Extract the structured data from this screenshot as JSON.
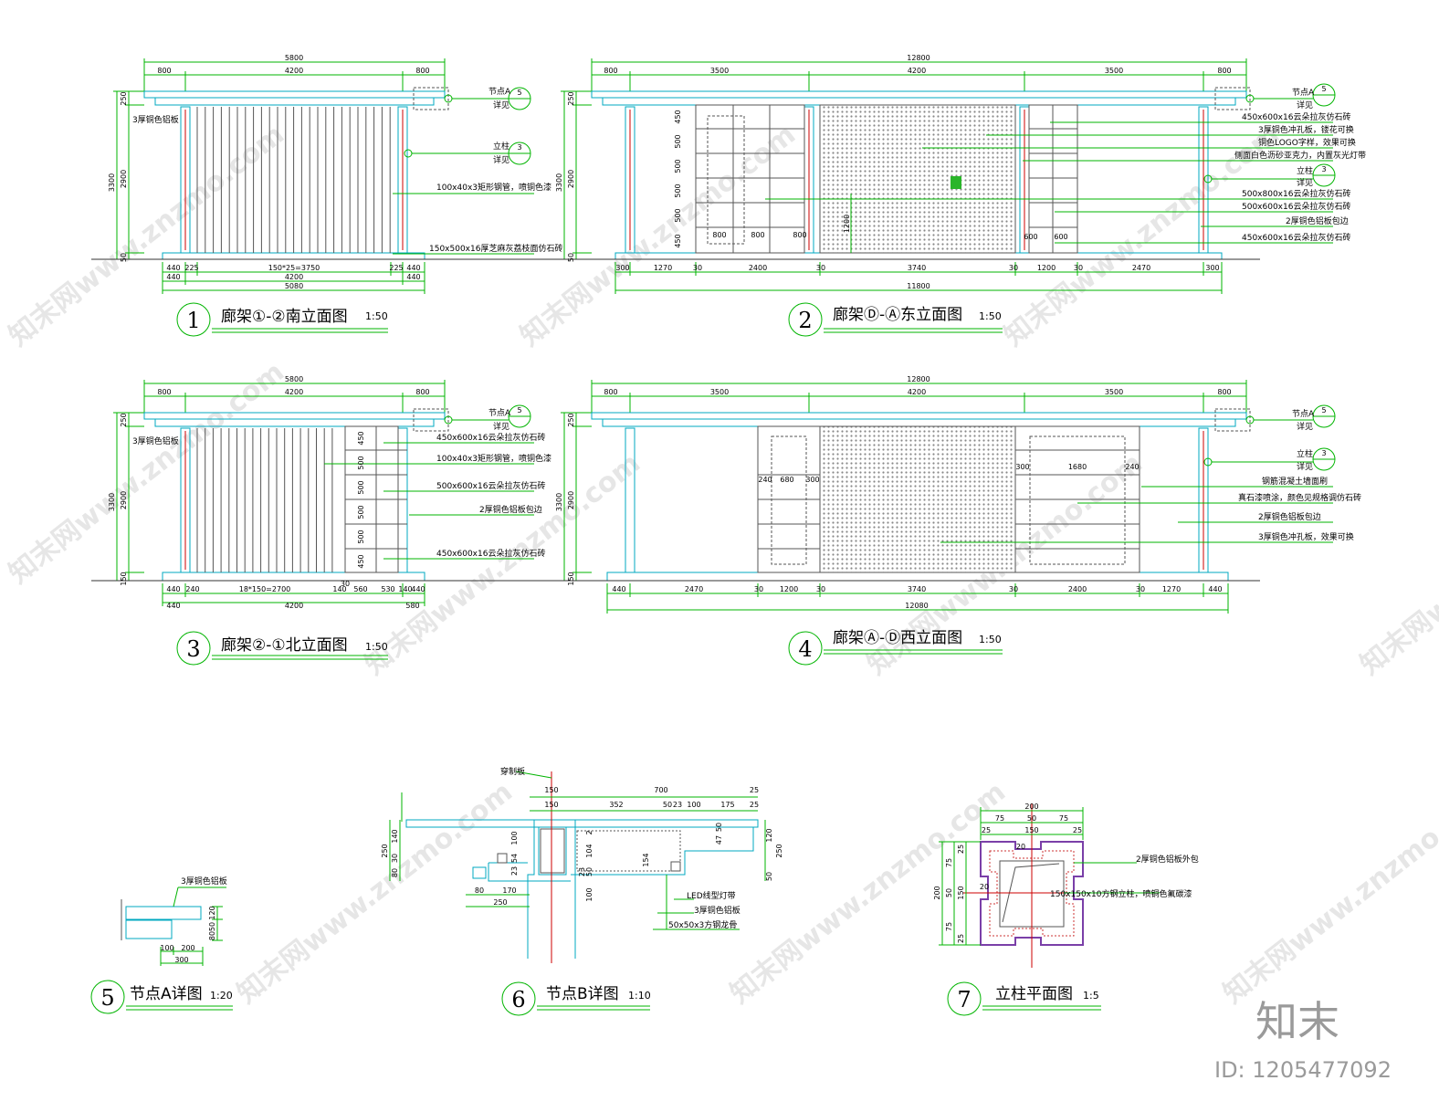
{
  "drawings": [
    {
      "number": "1",
      "title": "廊架①-②南立面图",
      "scale": "1:50"
    },
    {
      "number": "2",
      "title": "廊架Ⓓ-Ⓐ东立面图",
      "scale": "1:50"
    },
    {
      "number": "3",
      "title": "廊架②-①北立面图",
      "scale": "1:50"
    },
    {
      "number": "4",
      "title": "廊架Ⓐ-Ⓓ西立面图",
      "scale": "1:50"
    },
    {
      "number": "5",
      "title": "节点A详图",
      "scale": "1:20"
    },
    {
      "number": "6",
      "title": "节点B详图",
      "scale": "1:10"
    },
    {
      "number": "7",
      "title": "立柱平面图",
      "scale": "1:5"
    }
  ],
  "d1": {
    "top_total": "5800",
    "top_parts": [
      "800",
      "4200",
      "800"
    ],
    "left_total": "3300",
    "left_parts": [
      "250",
      "2900",
      "50"
    ],
    "bottom_row1": [
      "440",
      "225",
      "150*25=3750",
      "225",
      "440"
    ],
    "bottom_row2": [
      "440",
      "4200",
      "440"
    ],
    "bottom_total": "5080",
    "note_left": "3厚铜色铝板",
    "note_nodeA_1": "节点A",
    "note_nodeA_2": "详见",
    "note_col_1": "立柱",
    "note_col_2": "详见",
    "note_1": "100x40x3矩形钢管，喷铜色漆",
    "note_2": "150x500x16厚芝麻灰荔枝面仿石砖",
    "bubble_5": "5",
    "bubble_3": "3"
  },
  "d2": {
    "top_total": "12800",
    "top_parts": [
      "800",
      "3500",
      "4200",
      "3500",
      "800"
    ],
    "left_total": "3300",
    "left_parts": [
      "250",
      "2900",
      "50"
    ],
    "inner_heights": [
      "450",
      "500",
      "500",
      "500",
      "500",
      "450"
    ],
    "inner_widths_left": [
      "800",
      "800",
      "800"
    ],
    "inner_widths_right": [
      "600",
      "600"
    ],
    "logo_height": "1200",
    "bottom_row1": [
      "300",
      "1270",
      "30",
      "2400",
      "30",
      "3740",
      "30",
      "1200",
      "30",
      "2470",
      "300"
    ],
    "bottom_total": "11800",
    "notes": [
      "节点A",
      "详见",
      "450x600x16云朵拉灰仿石砖",
      "3厚铜色冲孔板，镂花可换",
      "铜色LOGO字样，效果可换",
      "侧面白色沥砂亚克力，内置灰光灯带",
      "立柱",
      "详见",
      "500x800x16云朵拉灰仿石砖",
      "500x600x16云朵拉灰仿石砖",
      "2厚铜色铝板包边",
      "450x600x16云朵拉灰仿石砖"
    ],
    "bubble_5": "5",
    "bubble_3": "3"
  },
  "d3": {
    "top_total": "5800",
    "top_parts": [
      "800",
      "4200",
      "800"
    ],
    "left_total": "3300",
    "left_parts": [
      "250",
      "2900",
      "150"
    ],
    "inner_heights": [
      "450",
      "500",
      "500",
      "500",
      "500",
      "450"
    ],
    "note_left": "3厚铜色铝板",
    "bottom_row1": [
      "440",
      "240",
      "18*150=2700",
      "140",
      "560",
      "530",
      "140",
      "440"
    ],
    "bottom_row2": [
      "440",
      "4200",
      "580"
    ],
    "small_dim": "30",
    "notes": [
      "节点A",
      "详见",
      "450x600x16云朵拉灰仿石砖",
      "100x40x3矩形钢管，喷铜色漆",
      "500x600x16云朵拉灰仿石砖",
      "2厚铜色铝板包边",
      "450x600x16云朵拉灰仿石砖"
    ],
    "bubble_5": "5"
  },
  "d4": {
    "top_total": "12800",
    "top_parts": [
      "800",
      "3500",
      "4200",
      "3500",
      "800"
    ],
    "left_total": "3300",
    "left_parts": [
      "250",
      "2900",
      "150"
    ],
    "inner_left": [
      "240",
      "680",
      "300"
    ],
    "inner_right": [
      "300",
      "1680",
      "240"
    ],
    "bottom_row1": [
      "440",
      "2470",
      "30",
      "1200",
      "30",
      "3740",
      "30",
      "2400",
      "30",
      "1270",
      "440"
    ],
    "bottom_total": "12080",
    "notes": [
      "节点A",
      "详见",
      "立柱",
      "详见",
      "钢筋混凝土墙面刷",
      "真石漆喷涂，颜色见规格调仿石砖",
      "2厚铜色铝板包边",
      "3厚铜色冲孔板，效果可换"
    ],
    "bubble_5": "5",
    "bubble_3": "3"
  },
  "d5": {
    "note": "3厚铜色铝板",
    "dims_right": [
      "120",
      "50",
      "80"
    ],
    "dims_bottom": [
      "100",
      "200",
      "300"
    ]
  },
  "d6": {
    "note_top": "穿制板",
    "top_dims": [
      "150",
      "700",
      "25",
      "150",
      "352",
      "50",
      "23",
      "100",
      "175",
      "25"
    ],
    "left_dims": [
      "250",
      "140",
      "30",
      "80"
    ],
    "inner_dims": [
      "100",
      "54",
      "23",
      "104",
      "154",
      "50",
      "23",
      "100",
      "47",
      "50",
      "2"
    ],
    "right_dims": [
      "120",
      "250",
      "50"
    ],
    "bottom_dims": [
      "80",
      "170",
      "250"
    ],
    "notes": [
      "LED线型灯带",
      "3厚铜色铝板",
      "50x50x3方钢龙骨"
    ]
  },
  "d7": {
    "top_total": "200",
    "top_parts": [
      "75",
      "50",
      "75"
    ],
    "top_parts2": [
      "25",
      "150",
      "25"
    ],
    "left_total": "200",
    "left_parts": [
      "75",
      "50",
      "75"
    ],
    "left_parts2": [
      "25",
      "150",
      "25"
    ],
    "inner": [
      "20",
      "20"
    ],
    "notes": [
      "2厚铜色铝板外包",
      "150x150x10方钢立柱，喷铜色氟碳漆"
    ]
  },
  "watermark": "知末网www.znzmo.com",
  "logo_text": "知末",
  "id_text": "ID: 1205477092",
  "colors": {
    "dim": "#00b400",
    "structure": "#00a8c0",
    "post": "#cc0000",
    "line": "#333333",
    "title_rule": "#00b400"
  }
}
